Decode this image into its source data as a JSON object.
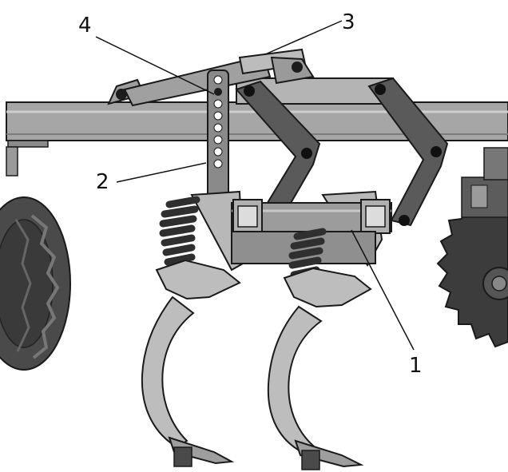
{
  "figure": {
    "callouts": [
      {
        "number": "1",
        "part": "crossbar-tube"
      },
      {
        "number": "2",
        "part": "adjustment-plate"
      },
      {
        "number": "3",
        "part": "hydraulic-cylinder"
      },
      {
        "number": "4",
        "part": "pin-hole"
      }
    ]
  },
  "colors": {
    "background": "#ffffff",
    "frame": "#a6a6a6",
    "frame_dark": "#6e6e6e",
    "link_arm": "#5a5a5a",
    "tine": "#bdbdbd",
    "tire": "#4a4a4a",
    "disc": "#3c3c3c",
    "spring": "#2f2f2f",
    "outline": "#1a1a1a",
    "label": "#111111"
  }
}
